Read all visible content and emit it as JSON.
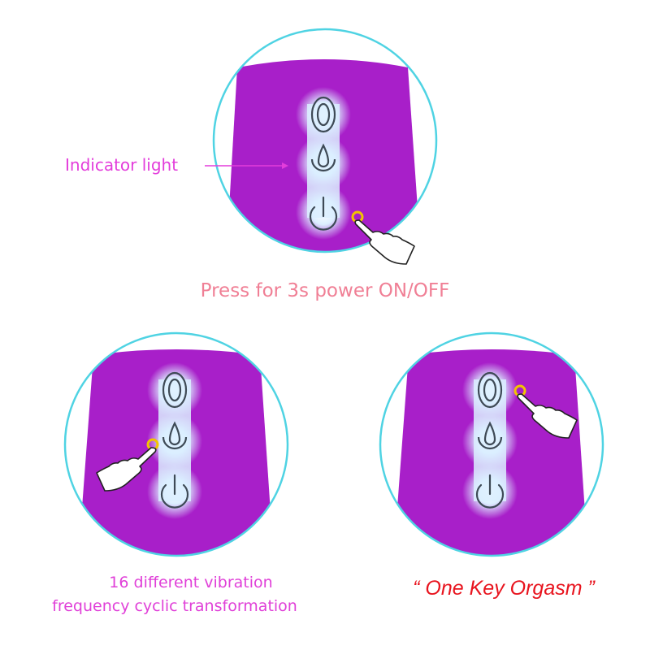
{
  "labels": {
    "indicator": "Indicator light",
    "top_caption": "Press for 3s power ON/OFF",
    "left_caption_line1": "16 different vibration",
    "left_caption_line2": "frequency cyclic transformation",
    "right_caption": "“ One Key Orgasm ”"
  },
  "colors": {
    "circle_outline": "#4fd3e3",
    "device_body": "#a81fc9",
    "glow": "#d7ecff",
    "icon_stroke": "#3e4a56",
    "press_dot": "#f2c300",
    "indicator_text": "#e33ddb",
    "top_caption": "#f07f95",
    "left_caption": "#e040d8",
    "right_caption": "#e8141e"
  },
  "icons": [
    "mode-icon",
    "vibration-drop-icon",
    "power-icon",
    "pointing-hand-icon"
  ]
}
